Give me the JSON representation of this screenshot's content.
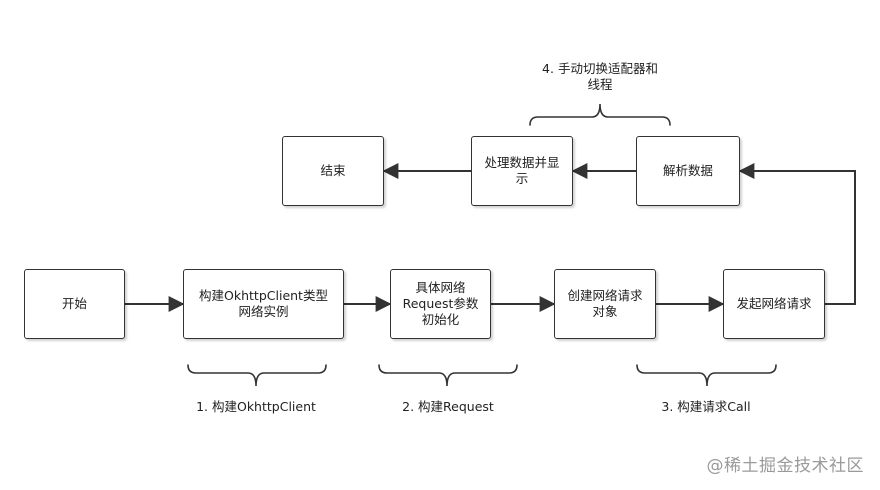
{
  "nodes": {
    "start": "开始",
    "build_client": "构建OkhttpClient类型\n网络实例",
    "init_request": "具体网络\nRequest参数\n初始化",
    "create_call": "创建网络请求\n对象",
    "send_request": "发起网络请求",
    "parse_data": "解析数据",
    "process_display": "处理数据并显\n示",
    "end": "结束"
  },
  "annotations": {
    "step1": "1. 构建OkhttpClient",
    "step2": "2. 构建Request",
    "step3": "3. 构建请求Call",
    "step4": "4. 手动切换适配器和\n线程"
  },
  "watermark": "@稀土掘金技术社区"
}
